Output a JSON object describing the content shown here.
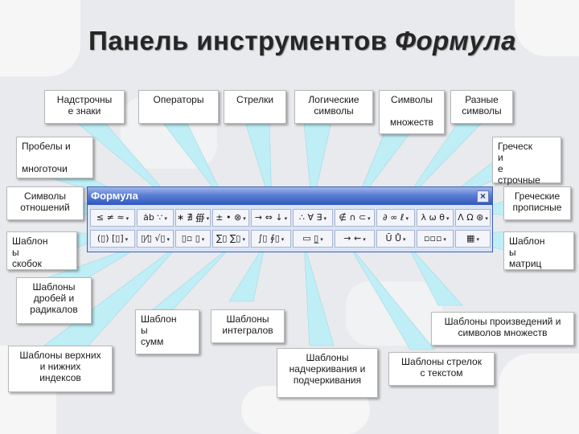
{
  "title": {
    "main": "Панель инструментов",
    "accent": "Формула"
  },
  "labels": {
    "superscript": "Надстрочны\nе знаки",
    "operators": "Операторы",
    "arrows": "Стрелки",
    "logical": "Логические\nсимволы",
    "sets": "Символы\n\nмножеств",
    "misc": "Разные\nсимволы",
    "spaces": "Пробелы и\n\nмноготочи",
    "greek_lower": "Греческ\nи\nе\nстрочные",
    "relations": "Символы\nотношений",
    "greek_upper": "Греческие\nпрописные",
    "brackets": "Шаблон\nы\nскобок",
    "matrices": "Шаблон\nы\nматриц",
    "fractions": "Шаблоны\nдробей и\nрадикалов",
    "products": "Шаблоны произведений и\nсимволов множеств",
    "sums": "Шаблон\nы\nсумм",
    "integrals": "Шаблоны\nинтегралов",
    "subsup": "Шаблоны верхних\nи нижних\nиндексов",
    "underover": "Шаблоны\nнадчеркивания и\nподчеркивания",
    "arrows_text": "Шаблоны стрелок\nс текстом"
  },
  "window": {
    "title": "Формула",
    "close": "×"
  },
  "toolbar": {
    "row1": [
      "≤ ≠ ≈",
      "ȧb ∵",
      "∗ ∄ ∰",
      "± • ⊗",
      "→ ⇔ ↓",
      "∴ ∀ ∃",
      "∉ ∩ ⊂",
      "∂ ∞ ℓ",
      "λ ω θ",
      "Λ Ω ⊛"
    ],
    "row2": [
      "(▯) [▯]",
      "▯⁄▯ √▯",
      "▯▫ ▯",
      "∑▯ ∑▯",
      "∫▯ ∮▯",
      "▭ ▯̲",
      "→ ⇜",
      "Ū Ů",
      "▫▫▫",
      "▦"
    ]
  }
}
